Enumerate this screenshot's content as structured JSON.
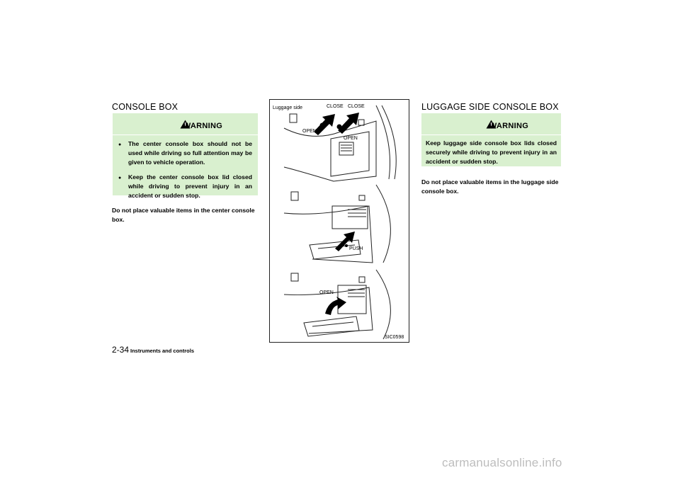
{
  "left": {
    "title": "CONSOLE BOX",
    "warning": {
      "label": "WARNING",
      "items": [
        "The center console box should not be used while driving so full attention may be given to vehicle operation.",
        "Keep the center console box lid closed while driving to prevent injury in an accident or sudden stop."
      ]
    },
    "paragraph": "Do not place valuable items in the center console box."
  },
  "figure": {
    "labels": {
      "luggage_side": "Luggage side",
      "close1": "CLOSE",
      "close2": "CLOSE",
      "open_left": "OPEN",
      "open_right": "OPEN",
      "push": "PUSH",
      "open_bottom": "OPEN",
      "code": "SIC0598"
    }
  },
  "right": {
    "title": "LUGGAGE SIDE CONSOLE BOX",
    "warning": {
      "label": "WARNING",
      "text": "Keep luggage side console box lids closed securely while driving to prevent injury in an accident or sudden stop."
    },
    "paragraph": "Do not place valuable items in the luggage side console box."
  },
  "footer": {
    "page": "2-34",
    "section": "Instruments and controls"
  },
  "watermark": "carmanualsonline.info"
}
